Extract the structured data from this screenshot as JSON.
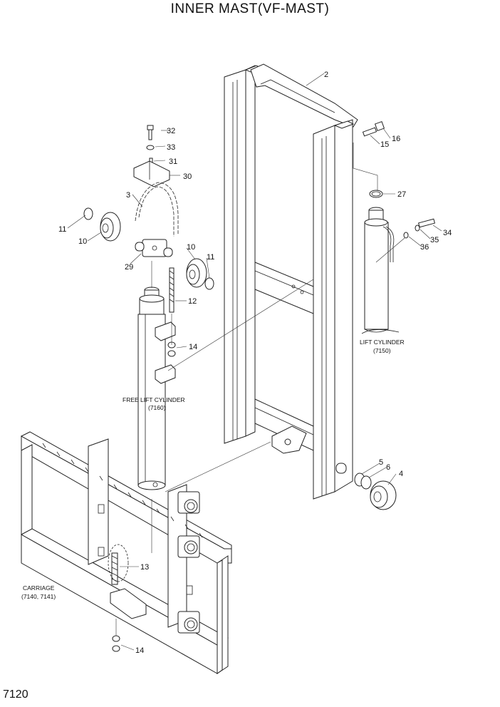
{
  "title": "INNER MAST(VF-MAST)",
  "page_number": "7120",
  "callouts": {
    "c2": "2",
    "c3": "3",
    "c4": "4",
    "c5": "5",
    "c6": "6",
    "c10a": "10",
    "c10b": "10",
    "c11a": "11",
    "c11b": "11",
    "c12": "12",
    "c13": "13",
    "c14a": "14",
    "c14b": "14",
    "c15": "15",
    "c16": "16",
    "c27": "27",
    "c29": "29",
    "c30": "30",
    "c31": "31",
    "c32": "32",
    "c33": "33",
    "c34": "34",
    "c35": "35",
    "c36": "36"
  },
  "labels": {
    "lift_cylinder": "LIFT CYLINDER",
    "lift_cylinder_ref": "(7150)",
    "free_lift_cylinder": "FREE LIFT CYLINDER",
    "free_lift_cylinder_ref": "(7160)",
    "carriage": "CARRIAGE",
    "carriage_ref": "(7140, 7141)"
  }
}
